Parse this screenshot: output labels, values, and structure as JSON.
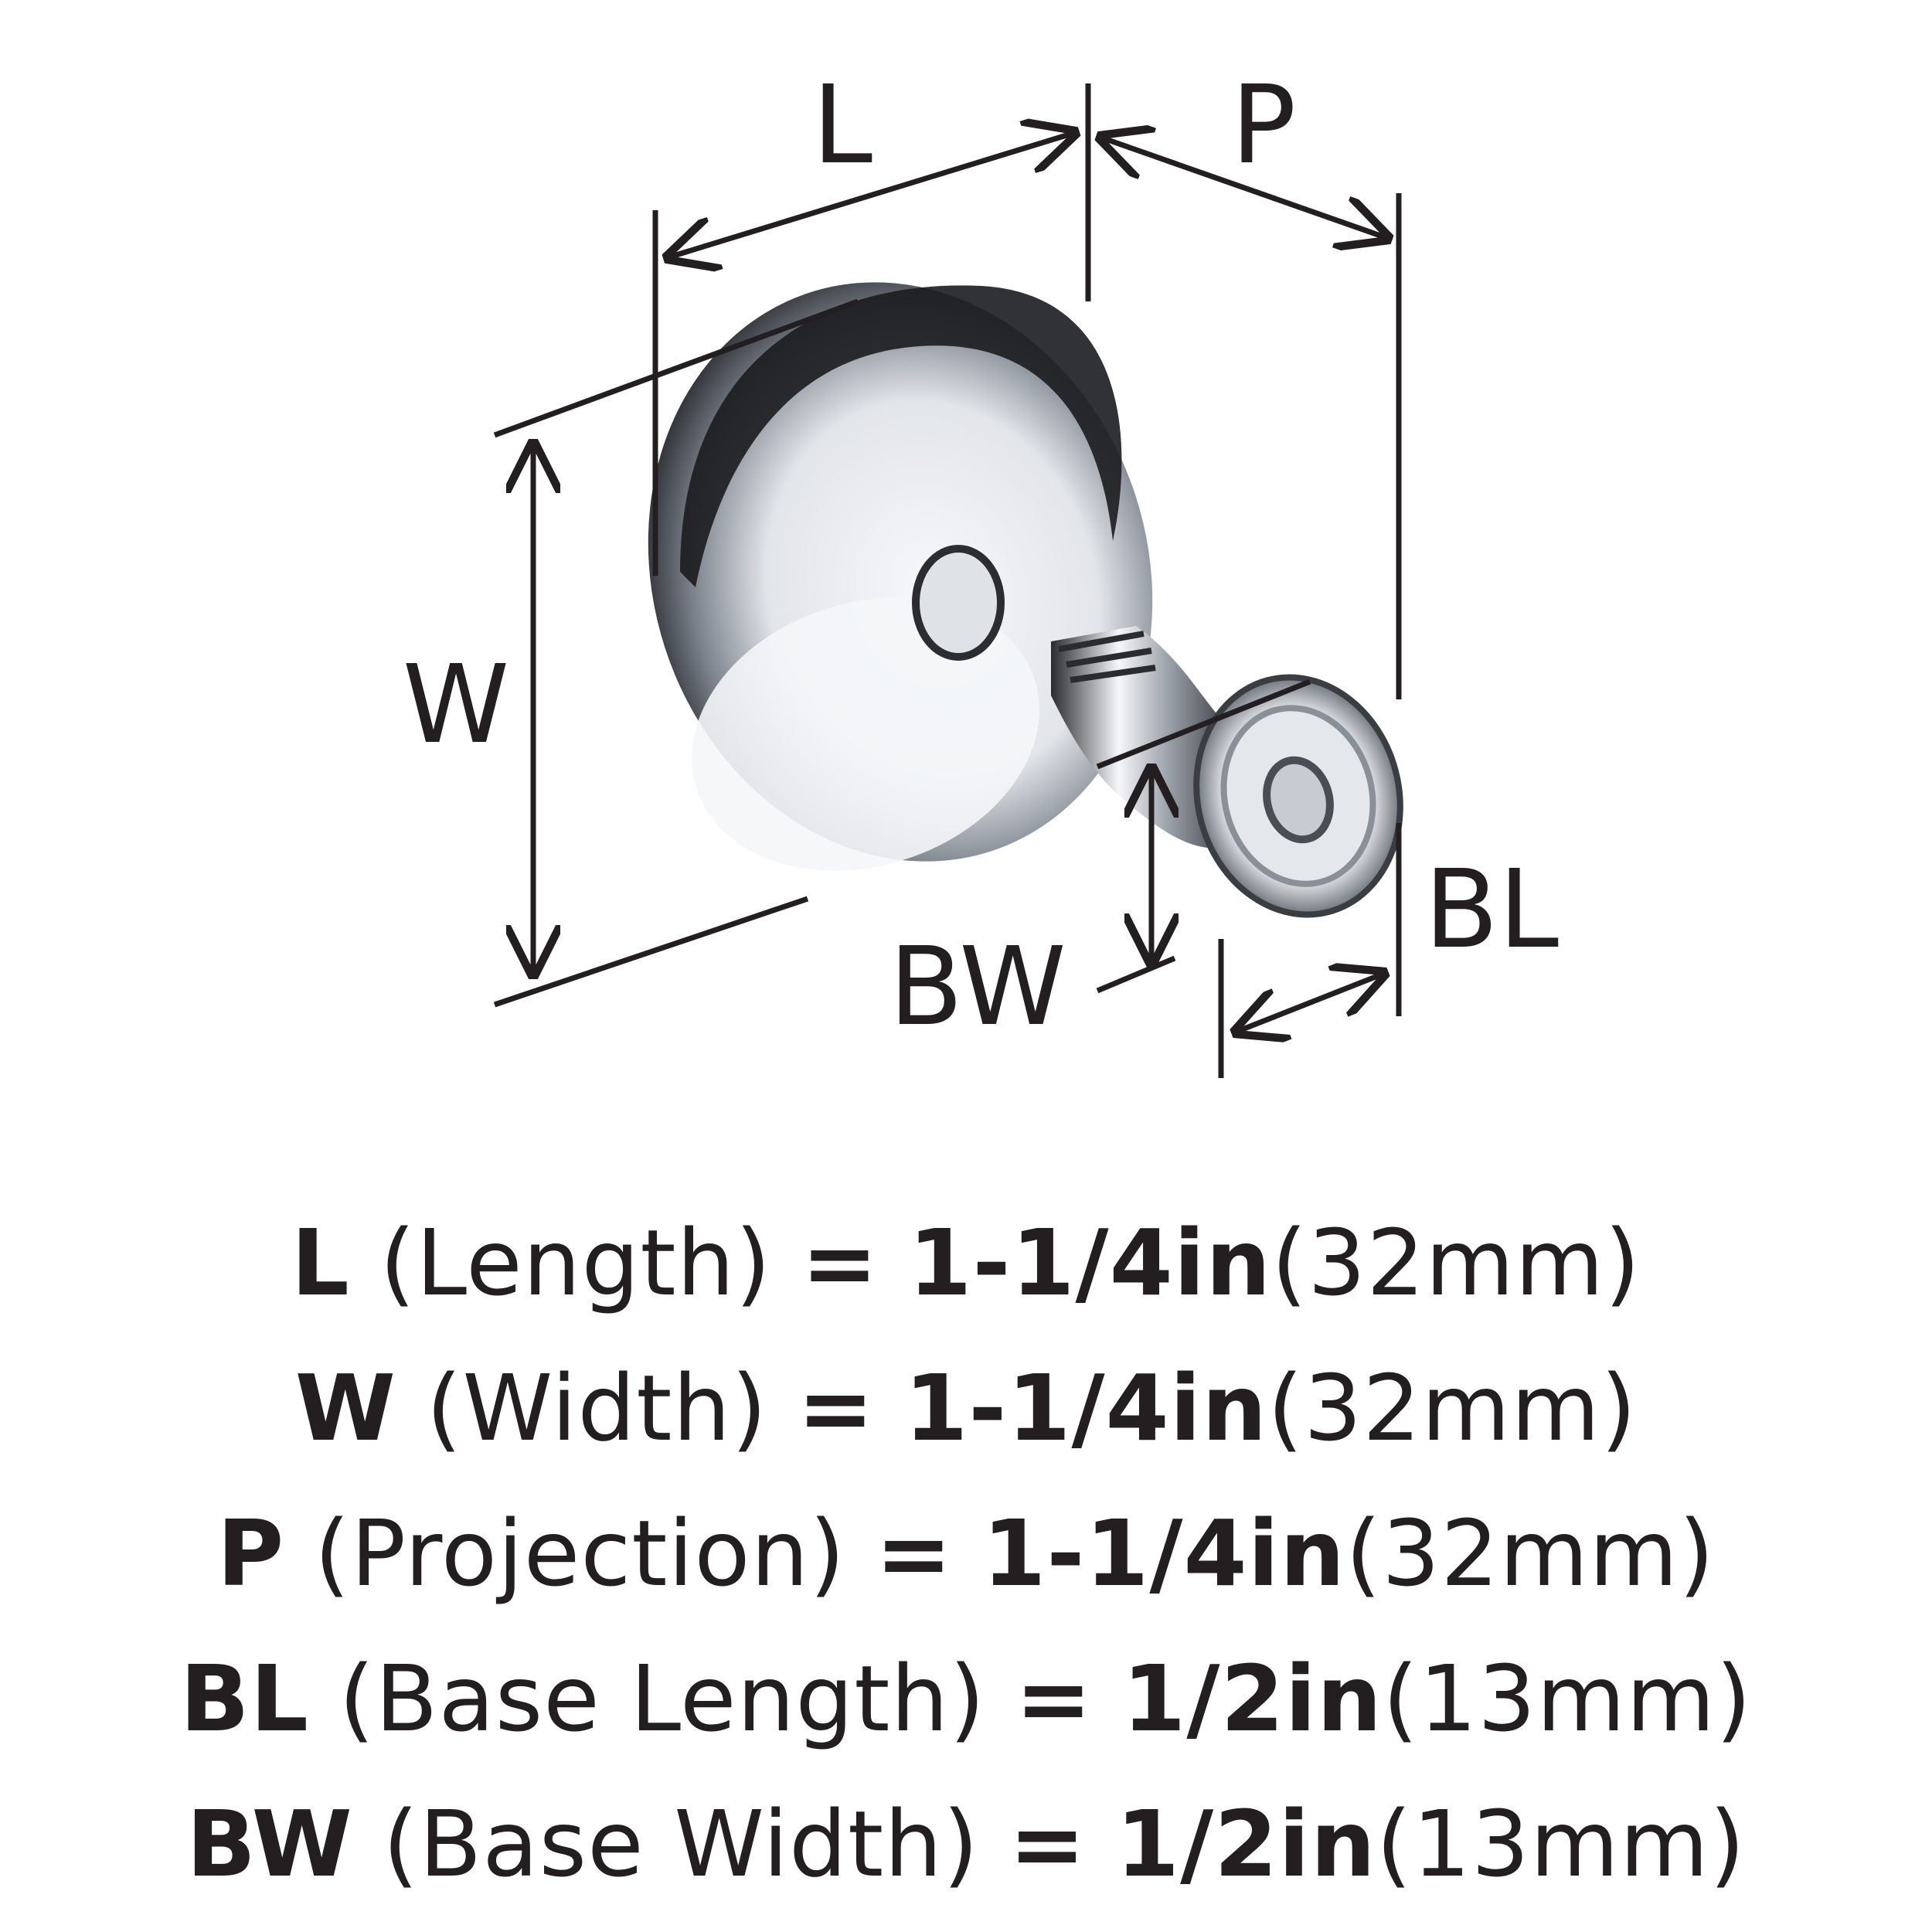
{
  "diagram": {
    "labels": {
      "L": "L",
      "P": "P",
      "W": "W",
      "BW": "BW",
      "BL": "BL"
    },
    "colors": {
      "ink": "#231f20",
      "chrome_dark": "#1a1a1a",
      "chrome_light": "#f4f6f8",
      "chrome_mid": "#9aa0a8"
    }
  },
  "specs": [
    {
      "code": "L",
      "name": "(Length)",
      "eq": "=",
      "value": "1-1/4in",
      "metric": "(32mm)"
    },
    {
      "code": "W",
      "name": "(Width)",
      "eq": "=",
      "value": "1-1/4in",
      "metric": "(32mm)"
    },
    {
      "code": "P",
      "name": "(Projection)",
      "eq": "=",
      "value": "1-1/4in",
      "metric": "(32mm)"
    },
    {
      "code": "BL",
      "name": "(Base Length)",
      "eq": "=",
      "value": "1/2in",
      "metric": "(13mm)"
    },
    {
      "code": "BW",
      "name": "(Base Width)",
      "eq": "=",
      "value": "1/2in",
      "metric": "(13mm)"
    }
  ]
}
